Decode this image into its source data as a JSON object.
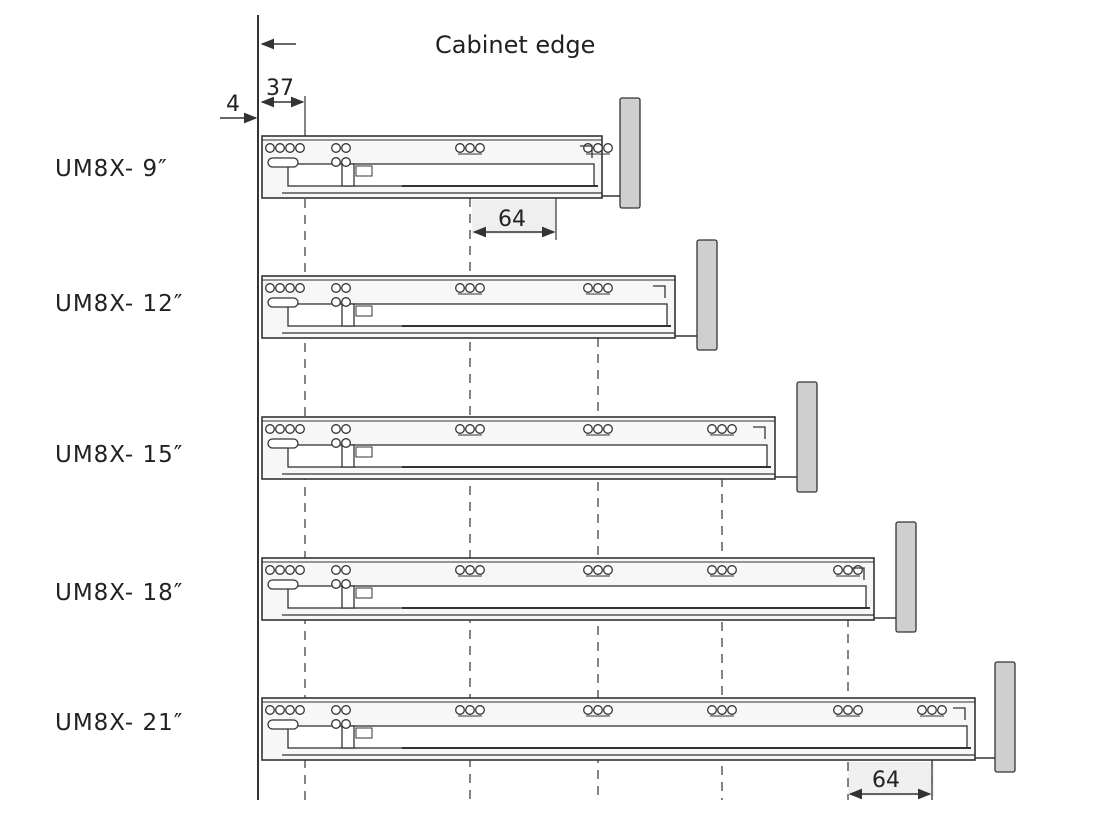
{
  "title": "Cabinet edge",
  "dimensions": {
    "front_offset": "4",
    "first_hole": "37",
    "hole_spacing_top": "64",
    "hole_spacing_bottom": "64"
  },
  "runners": [
    {
      "model": "UM8X- 9″",
      "hole_groups": 3
    },
    {
      "model": "UM8X- 12″",
      "hole_groups": 3
    },
    {
      "model": "UM8X- 15″",
      "hole_groups": 4
    },
    {
      "model": "UM8X- 18″",
      "hole_groups": 5
    },
    {
      "model": "UM8X- 21″",
      "hole_groups": 6
    }
  ],
  "colors": {
    "line": "#333333",
    "dash": "#444444",
    "fill": "#f7f7f7",
    "post": "#cfcfcf"
  }
}
